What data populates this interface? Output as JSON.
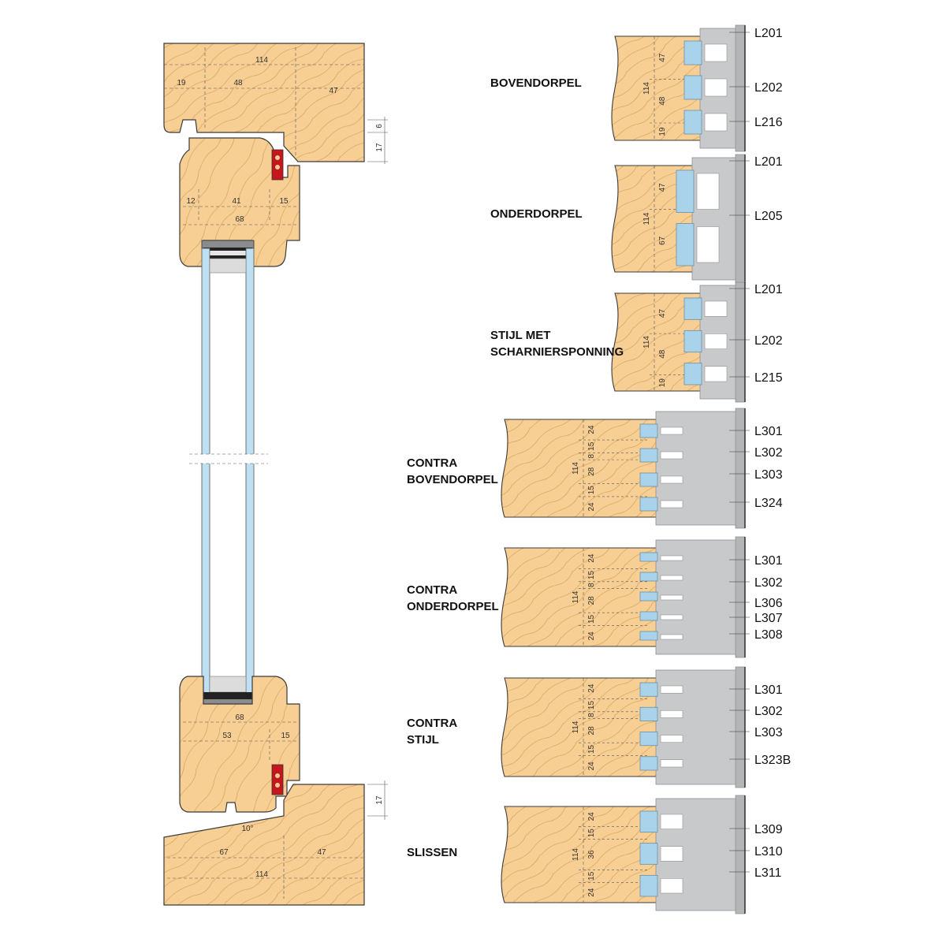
{
  "left_drawing": {
    "top_frame": {
      "width_total": "114",
      "seg_a": "19",
      "seg_b": "48",
      "seg_c": "47",
      "side_a": "6",
      "side_b": "17"
    },
    "top_sash": {
      "seg_a": "12",
      "seg_b": "41",
      "seg_c": "15",
      "width": "68"
    },
    "bottom_sash": {
      "width": "68",
      "seg_a": "53",
      "seg_b": "15"
    },
    "bottom_frame": {
      "angle": "10°",
      "seg_a": "67",
      "seg_b": "47",
      "width_total": "114",
      "side_a": "17"
    }
  },
  "sections": [
    {
      "title": [
        "BOVENDORPEL"
      ],
      "dims": [
        "47",
        "48",
        "19"
      ],
      "total": "114",
      "tools": [
        "L201",
        "L202",
        "L216"
      ]
    },
    {
      "title": [
        "ONDERDORPEL"
      ],
      "dims": [
        "47",
        "67"
      ],
      "total": "114",
      "tools": [
        "L201",
        "L205"
      ]
    },
    {
      "title": [
        "STIJL MET",
        "SCHARNIERSPONNING"
      ],
      "dims": [
        "47",
        "48",
        "19"
      ],
      "total": "114",
      "tools": [
        "L201",
        "L202",
        "L215"
      ]
    },
    {
      "title": [
        "CONTRA",
        "BOVENDORPEL"
      ],
      "dims": [
        "24",
        "15",
        "8",
        "28",
        "15",
        "24"
      ],
      "total": "114",
      "tools": [
        "L301",
        "L302",
        "L303",
        "L324"
      ]
    },
    {
      "title": [
        "CONTRA",
        "ONDERDORPEL"
      ],
      "dims": [
        "24",
        "15",
        "8",
        "28",
        "15",
        "24"
      ],
      "total": "114",
      "tools": [
        "L301",
        "L302",
        "L306",
        "L307",
        "L308"
      ]
    },
    {
      "title": [
        "CONTRA",
        "STIJL"
      ],
      "dims": [
        "24",
        "15",
        "8",
        "28",
        "15",
        "24"
      ],
      "total": "114",
      "tools": [
        "L301",
        "L302",
        "L303",
        "L323B"
      ]
    },
    {
      "title": [
        "SLISSEN"
      ],
      "dims": [
        "24",
        "15",
        "36",
        "15",
        "24"
      ],
      "total": "114",
      "tools": [
        "L309",
        "L310",
        "L311"
      ]
    }
  ],
  "colors": {
    "wood": "#f7cf94",
    "wood_grain": "#d9a763",
    "tool": "#c8c9cb",
    "tool_dark": "#8f9194",
    "glass": "#bfe0f2",
    "seal": "#c4161c",
    "outline": "#3a3a3a"
  }
}
